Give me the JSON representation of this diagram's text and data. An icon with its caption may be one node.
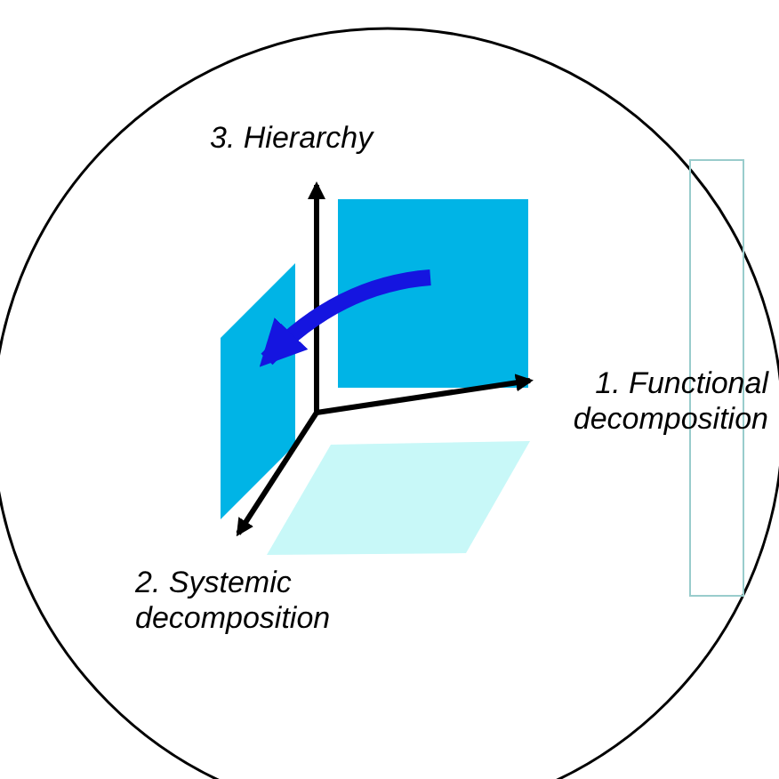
{
  "diagram": {
    "labels": [
      "3. Hierarchy",
      "1. Functional decomposition",
      "2. Systemic decomposition"
    ]
  }
}
